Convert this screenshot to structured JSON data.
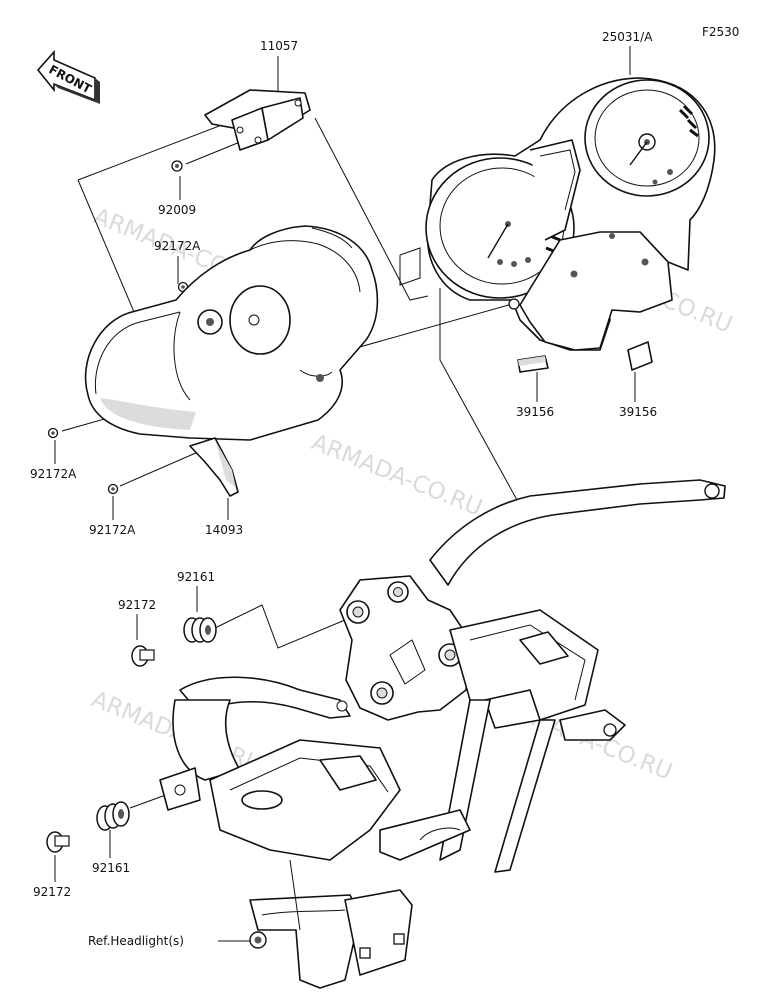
{
  "diagram_code": "F2530",
  "front_arrow_label": "FRONT",
  "parts": {
    "p11057": "11057",
    "p25031A": "25031/A",
    "p92009": "92009",
    "p92172A_top": "92172A",
    "p92172A_left": "92172A",
    "p92172A_bottom": "92172A",
    "p14093": "14093",
    "p39156_left": "39156",
    "p39156_right": "39156",
    "p92161_top": "92161",
    "p92172_top": "92172",
    "p92161_bottom": "92161",
    "p92172_bottom": "92172",
    "ref_headlight": "Ref.Headlight(s)"
  },
  "watermarks": {
    "w1": "ARMADA-CO.RU",
    "w2": "ARMADA-CO.RU",
    "w3": "ARMADA-CO.RU",
    "w4": "ARMADA-CO.RU",
    "w5": "ARMADA-CO.RU"
  }
}
